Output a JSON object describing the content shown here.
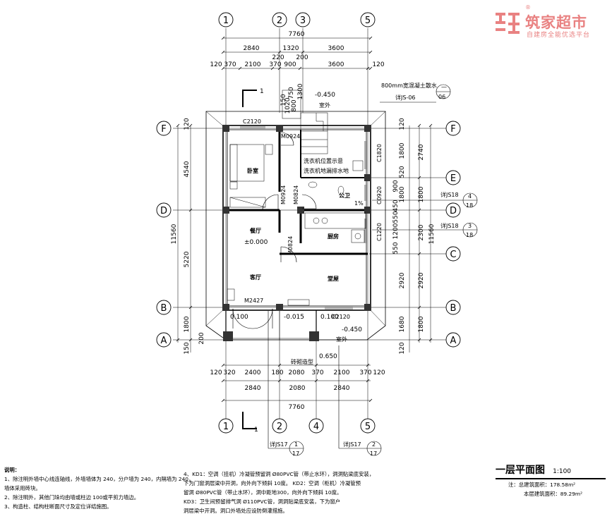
{
  "logo": {
    "brand": "筑家超市",
    "slogan": "自建房全能优选平台",
    "reg": "®",
    "color": "#e98282"
  },
  "axes": {
    "top": [
      "1",
      "2",
      "3",
      "5"
    ],
    "bottom": [
      "1",
      "2",
      "4",
      "5"
    ],
    "left": [
      "F",
      "D",
      "B",
      "A"
    ],
    "right": [
      "F",
      "E",
      "D",
      "C",
      "B",
      "A"
    ]
  },
  "dims": {
    "top_total": "7760",
    "top_row2": [
      "2840",
      "1320",
      "3600"
    ],
    "top_row3": [
      "220",
      "200"
    ],
    "top_row4": [
      "120",
      "370",
      "2100",
      "370",
      "900",
      "3600",
      "120"
    ],
    "bottom_row1": [
      "120",
      "320",
      "2400",
      "180",
      "2080",
      "370",
      "2100",
      "370",
      "120"
    ],
    "bottom_row2": [
      "2840",
      "2080",
      "2840"
    ],
    "bottom_total": "7760",
    "left_outer": "11560",
    "left_inner": [
      "120",
      "4540",
      "5220",
      "1800",
      "200",
      "150"
    ],
    "right_outer": "11560",
    "right_mid": [
      "2740",
      "1800",
      "2300",
      "2920",
      "1800"
    ],
    "right_inner": [
      "120",
      "1800",
      "520",
      "1800",
      "900",
      "450",
      "550",
      "1200",
      "550",
      "2920",
      "1680",
      "120"
    ],
    "stair_dims": [
      "1020",
      "800",
      "1300",
      "150",
      "750"
    ]
  },
  "labels": {
    "bedroom": "卧室",
    "dining": "餐厅",
    "living": "客厅",
    "kitchen": "厨房",
    "hall": "堂屋",
    "wc": "公卫",
    "washer1": "洗衣机位置示意",
    "washer2": "洗衣机地漏排水地",
    "level0": "±0.000",
    "lv_out1": "-0.450",
    "lv_out2": "-0.450",
    "lv_porch": "-0.015",
    "lv_top": "0.100",
    "lv_left": "0.100",
    "lv_step": "0.650",
    "outdoor": "室外",
    "outdoor2": "室外",
    "slope": "1%",
    "pillar": "砖砌造型",
    "drain_note": "800mm宽混凝土散水",
    "drain_ref": "详JS-06",
    "drain_ref_num": "06",
    "doors": {
      "c2120_top": "C2120",
      "m0924_top": "M0924",
      "m0924_mid": "M0924",
      "m0824_a": "M0824",
      "m0824_b": "M0824",
      "c1820": "C1820",
      "c0920": "C0920",
      "c1220": "C1220",
      "m2427": "M2427",
      "c2120_bot": "C2120"
    },
    "js18_a": "详JS18",
    "js18_a_top": "4",
    "js18_a_bot": "18",
    "js18_b": "详JS18",
    "js18_b_top": "3",
    "js18_b_bot": "18",
    "js17_a": "详JS17",
    "js17_a_top": "1",
    "js17_a_bot": "17",
    "js17_b": "详JS17",
    "js17_b_top": "2",
    "js17_b_bot": "17",
    "section_top": "1",
    "section_bot": "1"
  },
  "notes": {
    "heading": "说明：",
    "n1": "1、除注明外墙中心线连轴线，外墙墙体为 240，分户墙为 240，内隔墙为 240，",
    "n1b": "墙体采用砖块。",
    "n2": "2、除注明外，其他门垛均由墙或柱边 100或平剪力墙边。",
    "n3": "3、构造柱、结构柱断面尺寸及定位详结施图。",
    "n4": "4、KD1：空调（挂机）冷凝管预留洞 Ø80PVC管（带止水环），洞洞贴梁底安装，",
    "n4b": "下为门窗洞层梁中开洞，向外向下倾斜 10度。 KD2：空调（柜机）冷凝管预",
    "n4c": "留洞 Ø80PVC管（带止水环），洞中距地300，向外向下倾斜 10度。",
    "n5": "KD3：卫生间预留排气洞 Ø110PVC管，洞洞贴梁底安装，下为窗户",
    "n5b": "洞层梁中开洞。洞口外墙处应设防倒灌措施。"
  },
  "title": {
    "main": "一层平面图",
    "scale": "1:100",
    "area_total": "注：总建筑面积：178.58m²",
    "area_floor": "本层建筑面积：89.29m²"
  }
}
